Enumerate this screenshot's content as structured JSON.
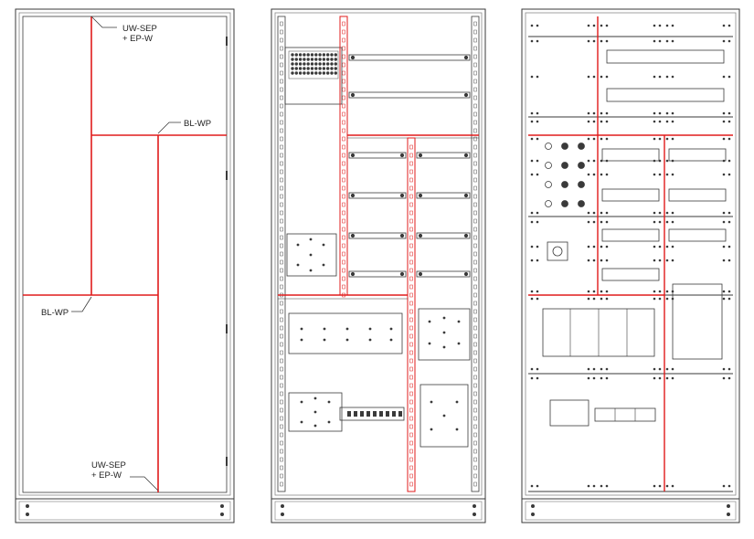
{
  "figure": {
    "colors": {
      "outline": "#3a3a3a",
      "light": "#9a9a9a",
      "separator": "#e01b1b",
      "background": "#ffffff"
    },
    "labels": {
      "uw_sep_top_line1": "UW-SEP",
      "uw_sep_top_line2": "+ EP-W",
      "bl_wp_right": "BL-WP",
      "bl_wp_left": "BL-WP",
      "uw_sep_bottom_line1": "UW-SEP",
      "uw_sep_bottom_line2": "+ EP-W"
    },
    "panels": [
      {
        "name": "cabinet-left",
        "content": "empty cabinet with separation walls"
      },
      {
        "name": "cabinet-middle",
        "content": "mounting rails and perforated plates"
      },
      {
        "name": "cabinet-right",
        "content": "front covers with cut-outs and separation"
      }
    ]
  }
}
